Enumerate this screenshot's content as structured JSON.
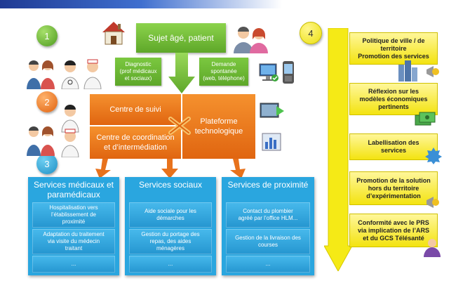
{
  "steps": {
    "one": "1",
    "two": "2",
    "three": "3",
    "four": "4"
  },
  "patient": "Sujet âgé, patient",
  "diagnostic": "Diagnostic\n(prof médicaux\net sociaux)",
  "demande": "Demande\nspontanée\n(web, téléphone)",
  "centre_suivi": "Centre de suivi",
  "centre_coord": "Centre de coordination\net d’intermédiation",
  "plateforme": "Plateforme\ntechnologique",
  "columns": [
    {
      "title": "Services médicaux et\nparamédicaux",
      "items": [
        "Hospitalisation vers\nl’établissement de\nproximité",
        "Adaptation du traitement\nvia visite du médecin\ntraitant",
        "..."
      ]
    },
    {
      "title": "Services sociaux",
      "items": [
        "Aide sociale pour les\ndémarches",
        "Gestion du portage des\nrepas, des aides\nménagères",
        "..."
      ]
    },
    {
      "title": "Services de proximité",
      "items": [
        "Contact du plombier\nagréé par l’office HLM...",
        "Gestion de la livraison des\ncourses",
        "..."
      ]
    }
  ],
  "right": [
    "Politique de ville / de\nterritoire\nPromotion des services",
    "Réflexion sur les\nmodèles économiques\npertinents",
    "Labellisation des\nservices",
    "Promotion de la solution\nhors du territoire\nd’expérimentation",
    "Conformité avec le PRS\nvia implication de l’ARS\net du GCS Télésanté"
  ],
  "colors": {
    "green": "#6cb634",
    "orange": "#ee7a1f",
    "blue": "#2aa6df",
    "yellow": "#f5ea16"
  },
  "icons": [
    "house-icon",
    "people-icon",
    "doctor-icon",
    "nurse-icon",
    "computer-icon",
    "phone-icon",
    "chart-icon",
    "money-icon",
    "badge-icon",
    "megaphone-icon"
  ]
}
